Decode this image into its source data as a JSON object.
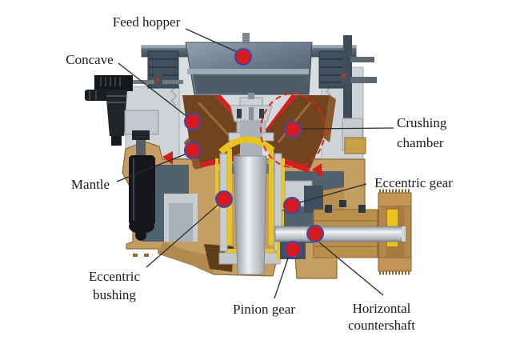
{
  "labels": [
    {
      "id": "feed-hopper",
      "lines": [
        "Feed hopper"
      ]
    },
    {
      "id": "concave",
      "lines": [
        "Concave"
      ]
    },
    {
      "id": "crushing-chamber",
      "lines": [
        "Crushing",
        "chamber"
      ]
    },
    {
      "id": "mantle",
      "lines": [
        "Mantle"
      ]
    },
    {
      "id": "eccentric-gear",
      "lines": [
        "Eccentric gear"
      ]
    },
    {
      "id": "eccentric-bushing",
      "lines": [
        "Eccentric",
        "bushing"
      ]
    },
    {
      "id": "pinion-gear",
      "lines": [
        "Pinion gear"
      ]
    },
    {
      "id": "horizontal-countershaft",
      "lines": [
        "Horizontal",
        "countershaft"
      ]
    }
  ],
  "colors": {
    "background": "#ffffff",
    "label_text": "#1c1c1c",
    "leader_line": "#2b2b2b",
    "marker_fill": "#d51a20",
    "marker_ring": "#3a4aa8",
    "chamber_dash": "#e02616",
    "frame_tan": "#c49e63",
    "hopper_slate": "#5d6c7c",
    "liner_brown": "#71441d",
    "liner_red": "#d22020",
    "bearing_yellow": "#e9c41f",
    "shaft_silver": "#c9ced2",
    "pulley_bronze": "#b5874a",
    "cavity_slate": "#51626f"
  }
}
